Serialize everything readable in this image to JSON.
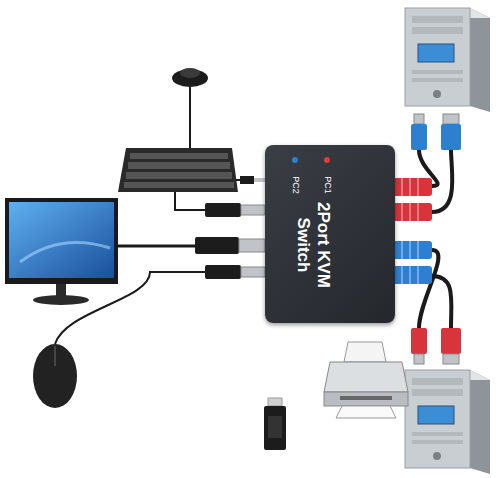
{
  "diagram": {
    "nodes": [
      {
        "text": [
          "2Port KVM Switch",
          "PC2",
          "PC1"
        ]
      }
    ]
  }
}
